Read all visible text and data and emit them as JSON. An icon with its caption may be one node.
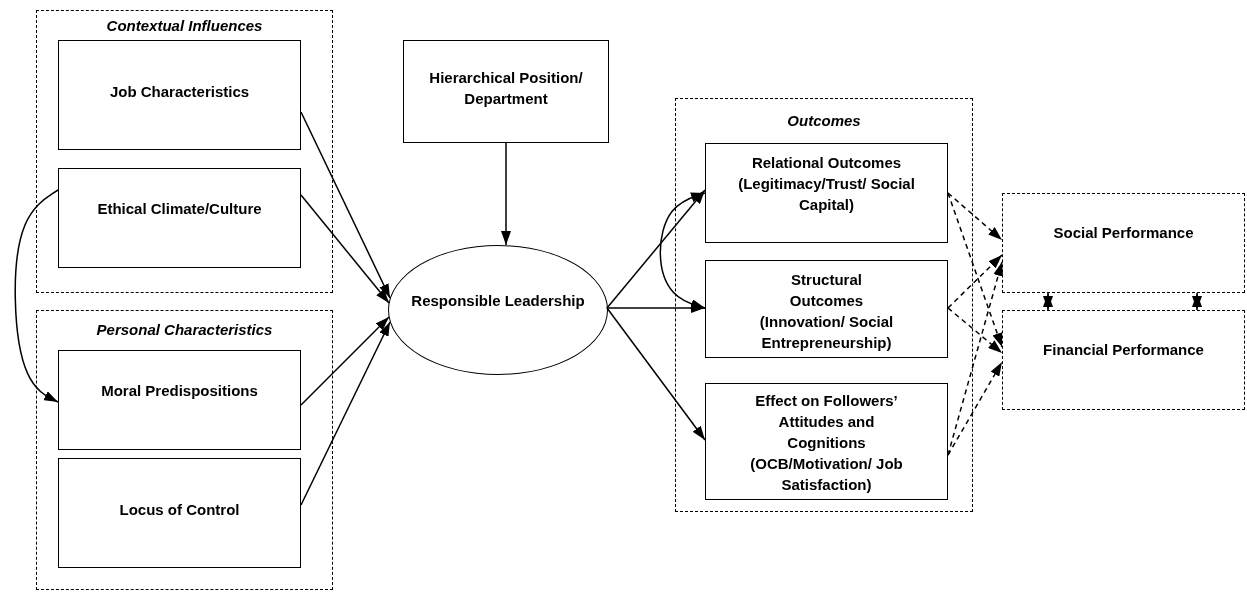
{
  "diagram": {
    "nodes": [
      {
        "text": [
          "Contextual Influences"
        ]
      },
      {
        "text": [
          "Job Characteristics"
        ],
        "in": 0
      },
      {
        "text": [
          "Ethical Climate/Culture"
        ],
        "in": 0
      },
      {
        "text": [
          "Personal Characteristics"
        ]
      },
      {
        "text": [
          "Moral Predispositions"
        ],
        "in": 3
      },
      {
        "text": [
          "Locus of Control"
        ],
        "in": 3
      },
      {
        "text": [
          "Hierarchical Position/ Department"
        ]
      },
      {
        "text": [
          "Responsible Leadership"
        ]
      },
      {
        "text": [
          "Outcomes"
        ]
      },
      {
        "text": [
          "Relational Outcomes (Legitimacy/Trust/ Social Capital)"
        ],
        "in": 8
      },
      {
        "text": [
          "Structural Outcomes (Innovation/ Social Entrepreneurship)"
        ],
        "in": 8
      },
      {
        "text": [
          "Effect on Followers’ Attitudes and Cognitions (OCB/Motivation/ Job Satisfaction)"
        ],
        "in": 8
      },
      {
        "text": [
          "Social Performance"
        ]
      },
      {
        "text": [
          "Financial Performance"
        ]
      }
    ],
    "edges": [
      {
        "from": 1,
        "to": 7,
        "arrow": "to"
      },
      {
        "from": 2,
        "to": 7,
        "arrow": "to"
      },
      {
        "from": 4,
        "to": 7,
        "arrow": "to"
      },
      {
        "from": 5,
        "to": 7,
        "arrow": "to"
      },
      {
        "from": 6,
        "to": 7,
        "arrow": "to"
      },
      {
        "from": 2,
        "to": 4,
        "arrow": "to"
      },
      {
        "from": 7,
        "to": 9,
        "arrow": "to"
      },
      {
        "from": 7,
        "to": 10,
        "arrow": "to"
      },
      {
        "from": 7,
        "to": 11,
        "arrow": "to"
      },
      {
        "from": 9,
        "to": 10,
        "arrow": "both"
      },
      {
        "from": 9,
        "to": 12,
        "arrow": "to",
        "style": "dashed"
      },
      {
        "from": 9,
        "to": 13,
        "arrow": "to",
        "style": "dashed"
      },
      {
        "from": 10,
        "to": 12,
        "arrow": "to",
        "style": "dashed"
      },
      {
        "from": 10,
        "to": 13,
        "arrow": "to",
        "style": "dashed"
      },
      {
        "from": 11,
        "to": 12,
        "arrow": "to",
        "style": "dashed"
      },
      {
        "from": 11,
        "to": 13,
        "arrow": "to",
        "style": "dashed"
      },
      {
        "from": 12,
        "to": 13,
        "arrow": "both"
      },
      {
        "from": 12,
        "to": 13,
        "arrow": "both"
      }
    ]
  }
}
